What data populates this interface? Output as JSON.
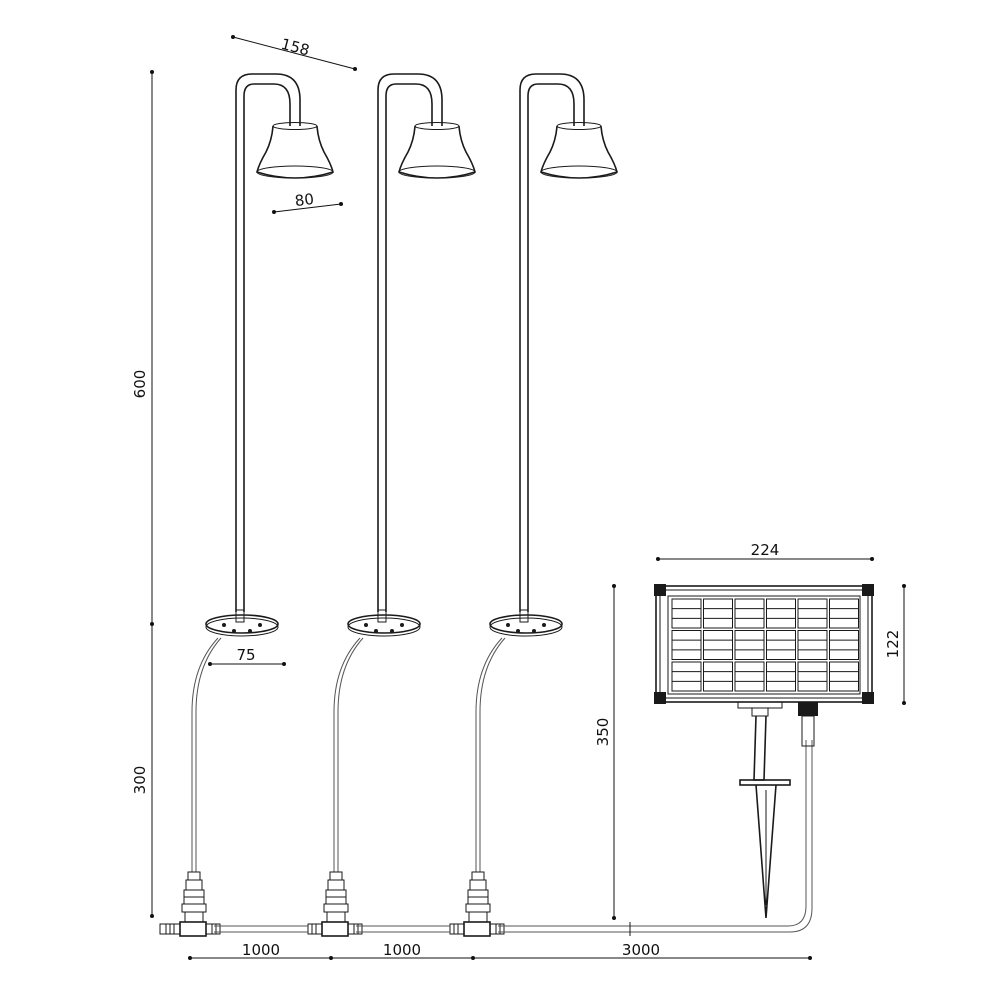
{
  "dimensions": {
    "shade_width": "158",
    "shade_depth": "80",
    "pole_height": "600",
    "base_diameter": "75",
    "cable_to_light": "300",
    "spacing_1": "1000",
    "spacing_2": "1000",
    "cable_to_panel": "3000",
    "panel_width": "224",
    "panel_height": "122",
    "panel_total_height": "350"
  },
  "icons": {
    "lamp": "garden-post-lamp-icon",
    "solar_panel": "solar-panel-icon",
    "connector": "cable-connector-icon",
    "stake": "ground-stake-icon"
  }
}
